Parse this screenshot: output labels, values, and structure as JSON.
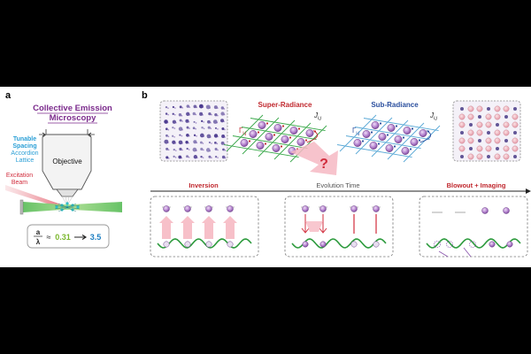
{
  "panel_a": {
    "label": "a",
    "title_line1": "Collective Emission",
    "title_line2": "Microscopy",
    "tunable_line1": "Tunable",
    "tunable_line2": "Spacing",
    "accordion_line1": "Accordion",
    "accordion_line2": "Lattice",
    "objective": "Objective",
    "excitation_line1": "Excitation",
    "excitation_line2": "Beam",
    "ratio_numerator": "a",
    "ratio_denominator": "λ",
    "approx": "≈",
    "ratio_start": "0.31",
    "ratio_end": "3.5"
  },
  "panel_b": {
    "label": "b",
    "super_radiance": "Super-Radiance",
    "sub_radiance": "Sub-Radiance",
    "coupling_J": "J",
    "coupling_J_sub": "i,j",
    "decay_Gamma": "Γ",
    "decay_Gamma_sub": "i,j",
    "question": "?",
    "timeline": {
      "inversion": "Inversion",
      "evolution": "Evolution Time",
      "blowout": "Blowout + Imaging"
    }
  },
  "colors": {
    "title_purple": "#7b2a8c",
    "super_red": "#c0282e",
    "sub_blue": "#2b4f9e",
    "tunable_blue": "#2a9fd6",
    "excitation_red": "#d12c3c",
    "lattice_green": "#2e9b3e",
    "ratio_green": "#7cb82f",
    "ratio_blue": "#1e7fc2",
    "atom_purple": "#a46fc4"
  }
}
